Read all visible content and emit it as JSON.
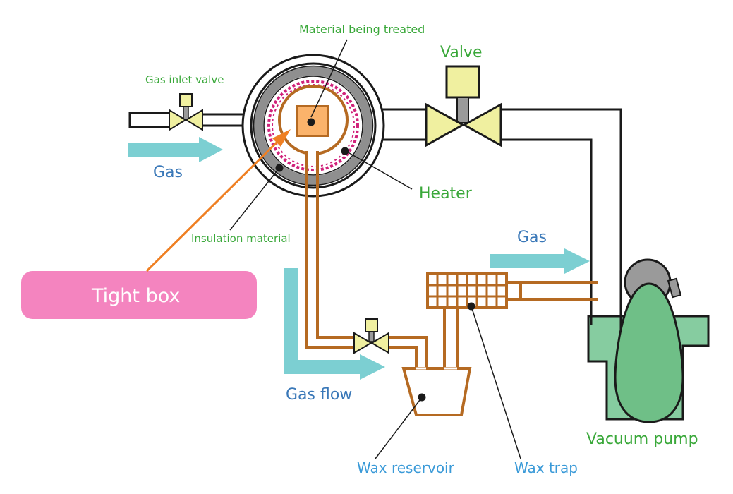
{
  "labels": {
    "material": "Material being treated",
    "valve": "Valve",
    "gas_inlet_valve": "Gas inlet valve",
    "gas_left": "Gas",
    "heater": "Heater",
    "insulation": "Insulation material",
    "gas_right": "Gas",
    "tight_box": "Tight box",
    "gas_flow": "Gas flow",
    "wax_reservoir": "Wax reservoir",
    "wax_trap": "Wax trap",
    "vacuum_pump": "Vacuum pump"
  },
  "colors": {
    "label_green": "#3aa83a",
    "label_blue": "#3a78b8",
    "label_light_blue": "#3a9ad8",
    "arrow_cyan": "#7ccfd2",
    "tight_box_pink": "#f484bf",
    "heater_magenta": "#d0227a",
    "insulation_gray": "#8f8f8f",
    "brown_pipe": "#b56a22",
    "valve_yellow": "#f0f0a0",
    "material_orange": "#fbb36b",
    "pump_green": "#86cca0",
    "pointer_orange": "#ef7f22"
  }
}
